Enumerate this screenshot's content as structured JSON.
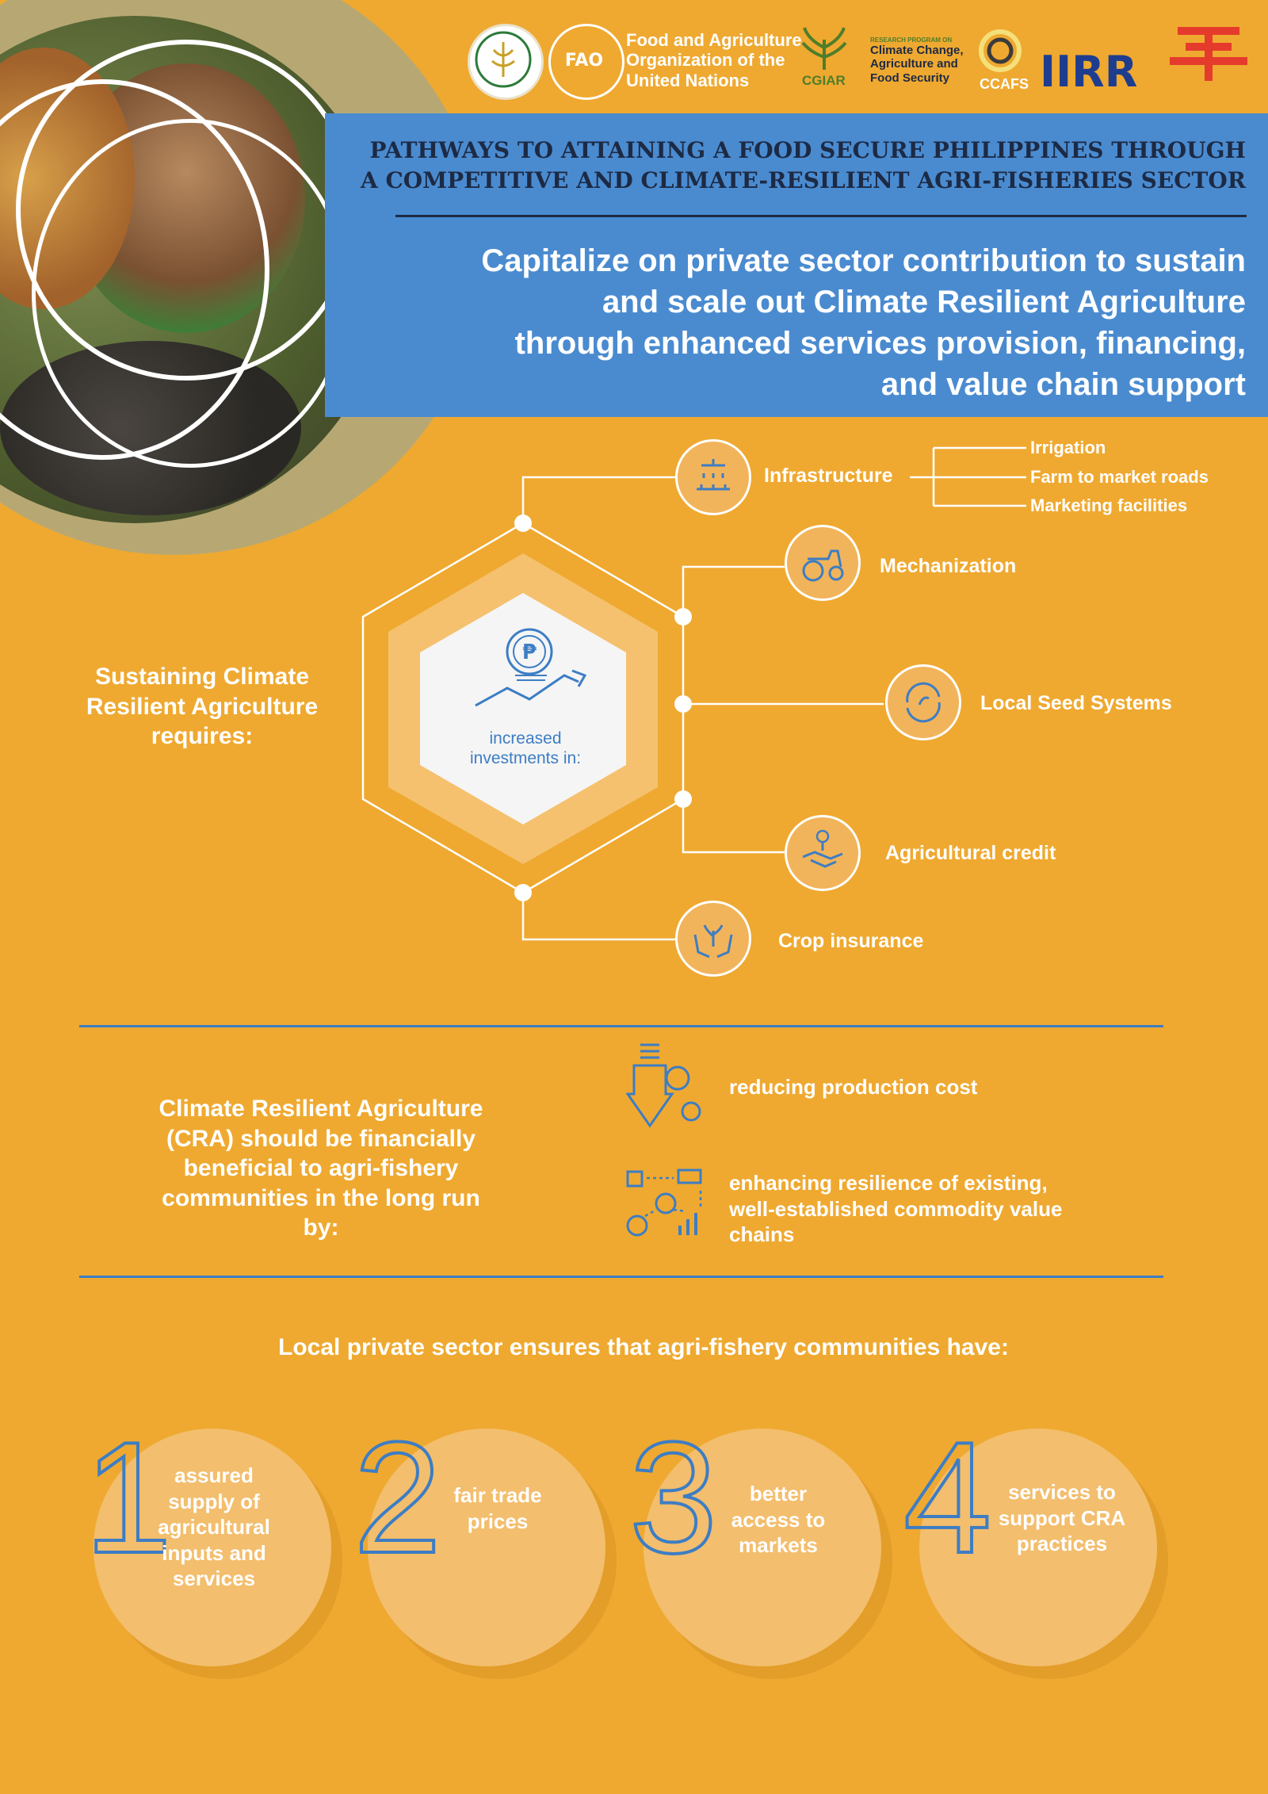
{
  "logos": {
    "fao_line1": "Food and Agriculture",
    "fao_line2": "Organization of the",
    "fao_line3": "United Nations",
    "cgiar": "CGIAR",
    "ccafs_program": "RESEARCH PROGRAM ON",
    "ccafs_line1": "Climate Change,",
    "ccafs_line2": "Agriculture and",
    "ccafs_line3": "Food Security",
    "ccafs": "CCAFS",
    "iirr": "IIRR"
  },
  "header": {
    "title_line1": "PATHWAYS TO ATTAINING A FOOD SECURE PHILIPPINES THROUGH",
    "title_line2": "A COMPETITIVE AND CLIMATE-RESILIENT AGRI-FISHERIES SECTOR",
    "subtitle_line1": "Capitalize on private sector contribution to sustain",
    "subtitle_line2": "and scale out Climate Resilient Agriculture",
    "subtitle_line3": "through enhanced services provision, financing,",
    "subtitle_line4": "and value chain support"
  },
  "investments": {
    "left_line1": "Sustaining Climate",
    "left_line2": "Resilient Agriculture",
    "left_line3": "requires:",
    "center_line1": "increased",
    "center_line2": "investments in:",
    "items": [
      {
        "label": "Infrastructure",
        "icon": "irrigation-icon"
      },
      {
        "label": "Mechanization",
        "icon": "tractor-icon"
      },
      {
        "label": "Local Seed Systems",
        "icon": "seed-cycle-icon"
      },
      {
        "label": "Agricultural credit",
        "icon": "handshake-icon"
      },
      {
        "label": "Crop insurance",
        "icon": "hands-plant-icon"
      }
    ],
    "infrastructure_sub": [
      "Irrigation",
      "Farm to market roads",
      "Marketing facilities"
    ]
  },
  "cra": {
    "line1": "Climate Resilient Agriculture",
    "line2": "(CRA) should be financially",
    "line3": "beneficial to agri-fishery",
    "line4": "communities in the long run",
    "line5": "by:",
    "benefit1": "reducing production cost",
    "benefit2_line1": "enhancing resilience of existing,",
    "benefit2_line2": "well-established commodity value",
    "benefit2_line3": "chains"
  },
  "private_sector": {
    "heading": "Local private sector ensures that agri-fishery communities have:",
    "items": [
      {
        "number": "1",
        "lines": [
          "assured",
          "supply of",
          "agricultural",
          "inputs and",
          "services"
        ]
      },
      {
        "number": "2",
        "lines": [
          "fair trade",
          "prices"
        ]
      },
      {
        "number": "3",
        "lines": [
          "better",
          "access to",
          "markets"
        ]
      },
      {
        "number": "4",
        "lines": [
          "services to",
          "support CRA",
          "practices"
        ]
      }
    ]
  },
  "colors": {
    "background": "#EFA930",
    "banner": "#4A8BD0",
    "accent_blue": "#3D7DC4",
    "title_dark": "#1D2A44",
    "iirr_red": "#E53B2C"
  }
}
